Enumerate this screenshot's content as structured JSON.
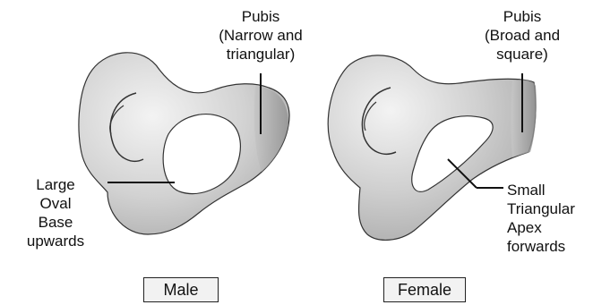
{
  "male": {
    "pubis_label": [
      "Pubis",
      "(Narrow and",
      "triangular)"
    ],
    "foramen_label": [
      "Large",
      "Oval",
      "Base",
      "upwards"
    ],
    "caption": "Male"
  },
  "female": {
    "pubis_label": [
      "Pubis",
      "(Broad and",
      "square)"
    ],
    "foramen_label": [
      "Small",
      "Triangular",
      "Apex",
      "forwards"
    ],
    "caption": "Female"
  },
  "colors": {
    "bone_light": "#f0f0f0",
    "bone_mid": "#c8c8c8",
    "bone_dark": "#9a9a9a",
    "outline": "#333333"
  }
}
